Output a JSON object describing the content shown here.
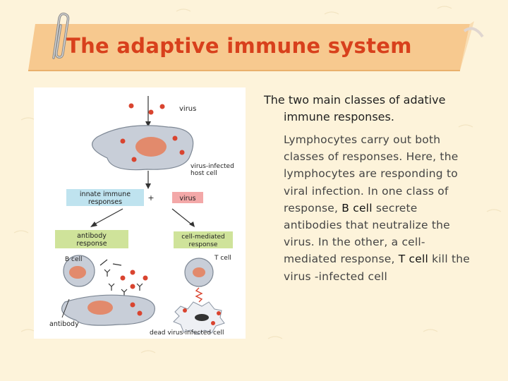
{
  "slide": {
    "title": "The adaptive immune system",
    "colors": {
      "background": "#fdf3da",
      "banner": "#f7c98f",
      "title_text": "#d8401c",
      "body_text": "#444444"
    }
  },
  "text": {
    "heading_line1": "The two main classes of adative",
    "heading_line2": "immune responses.",
    "paragraph": [
      "Lymphocytes carry out both classes of responses. Here, the lymphocytes are responding to viral infection. In one class of response, ",
      "B cell",
      " secrete antibodies that neutralize the virus. In the other, a cell-mediated response, ",
      "T cell",
      " kill the virus -infected cell"
    ]
  },
  "figure": {
    "labels": {
      "virus": "virus",
      "infected_host_line1": "virus-infected",
      "infected_host_line2": "host cell",
      "innate_line1": "innate immune",
      "innate_line2": "responses",
      "plus": "+",
      "virus_box": "virus",
      "antibody_line1": "antibody",
      "antibody_line2": "response",
      "cellmed_line1": "cell-mediated",
      "cellmed_line2": "response",
      "b_cell": "B cell",
      "t_cell": "T cell",
      "antibody": "antibody",
      "dead_cell": "dead virus-infected cell"
    }
  }
}
